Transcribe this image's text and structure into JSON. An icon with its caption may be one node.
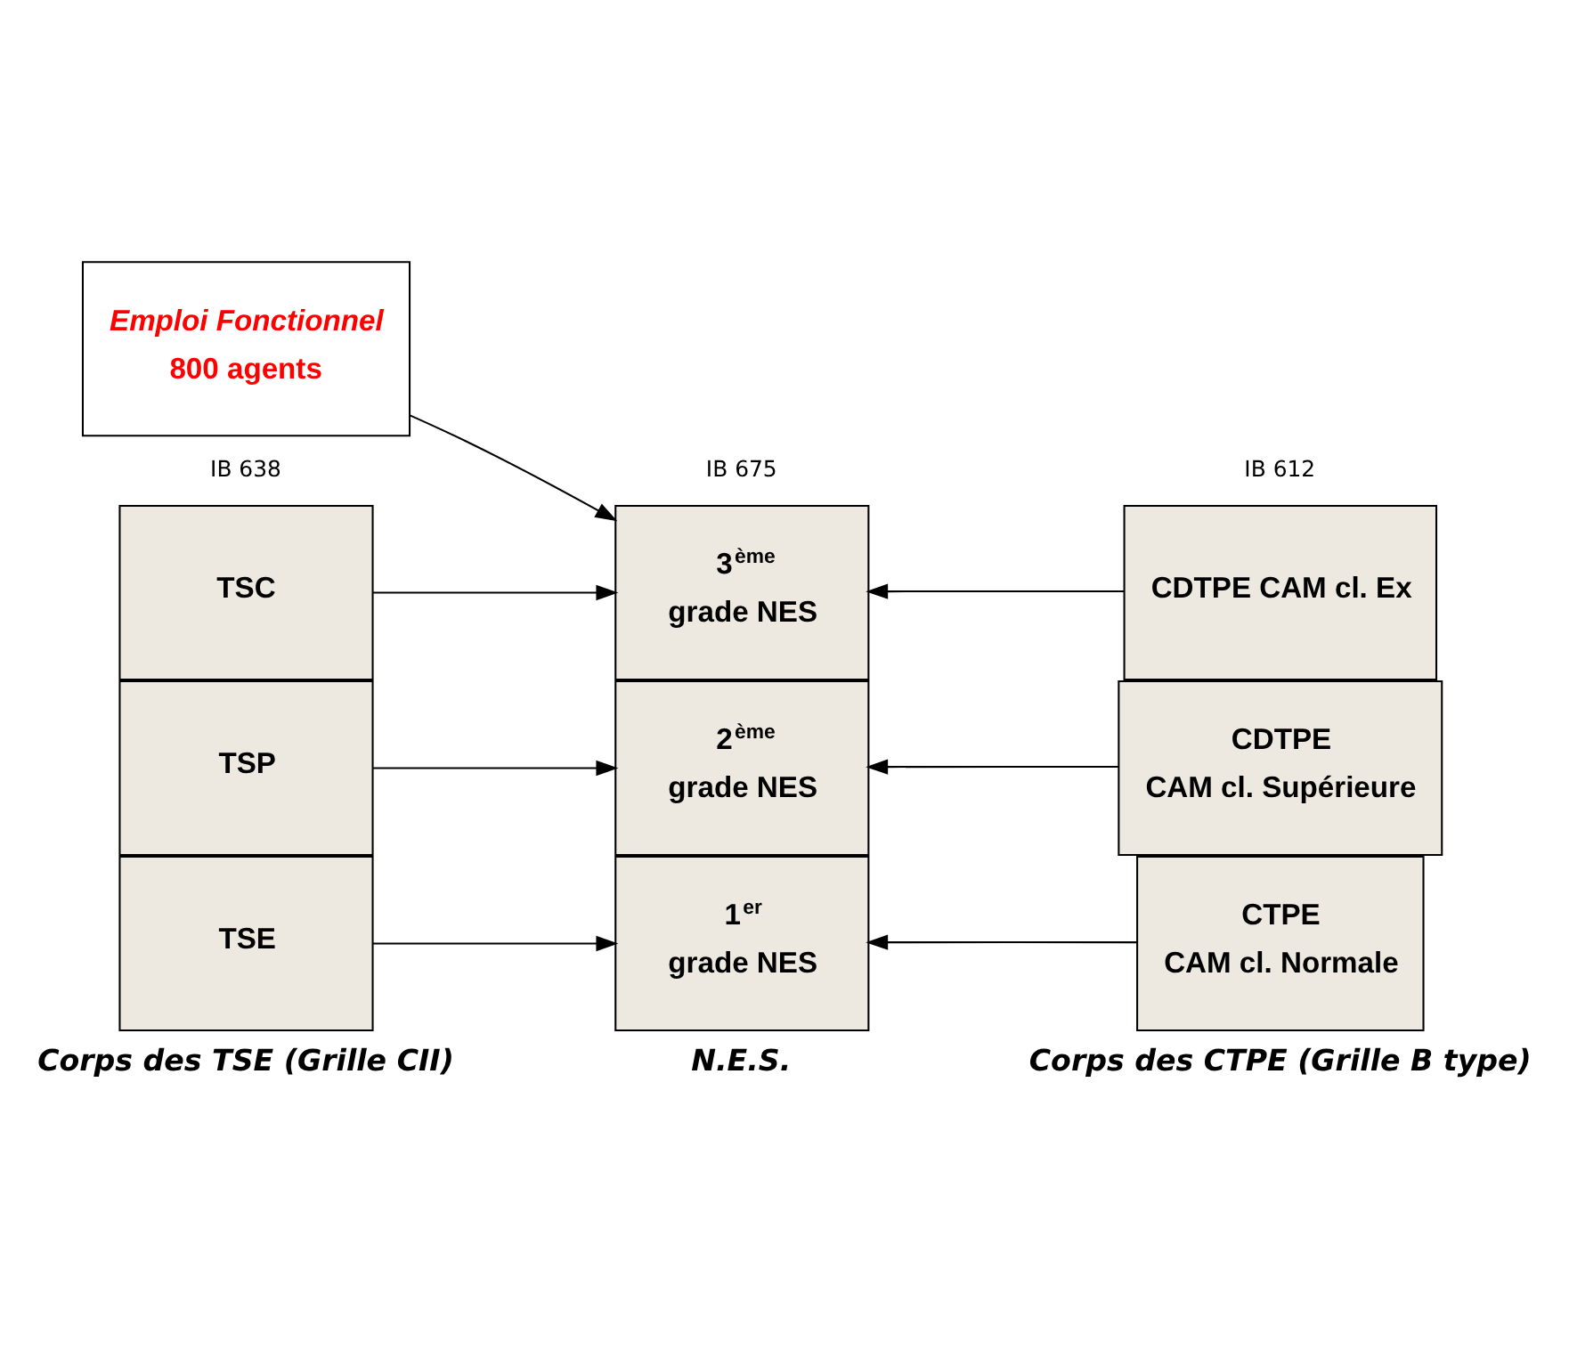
{
  "diagram": {
    "nodes": [
      {
        "text": [
          "Emploi Fonctionnel",
          "800 agents"
        ]
      },
      {
        "text": [
          "TSC"
        ]
      },
      {
        "text": [
          "TSP"
        ]
      },
      {
        "text": [
          "TSE"
        ]
      },
      {
        "text": [
          "3$^{ème}$",
          "grade NES"
        ]
      },
      {
        "text": [
          "2$^{ème}$",
          "grade NES"
        ]
      },
      {
        "text": [
          "1$^{er}$",
          "grade NES"
        ]
      },
      {
        "text": [
          "CDTPE CAM cl. Ex"
        ]
      },
      {
        "text": [
          "CDTPE",
          "CAM cl. Supérieure"
        ]
      },
      {
        "text": [
          "CTPE",
          "CAM cl. Normale"
        ]
      }
    ],
    "edges": [
      {
        "from": 0,
        "to": 4,
        "arrow": "to"
      },
      {
        "from": 1,
        "to": 4,
        "arrow": "to"
      },
      {
        "from": 2,
        "to": 5,
        "arrow": "to"
      },
      {
        "from": 3,
        "to": 6,
        "arrow": "to"
      },
      {
        "from": 7,
        "to": 4,
        "arrow": "to"
      },
      {
        "from": 8,
        "to": 5,
        "arrow": "to"
      },
      {
        "from": 9,
        "to": 6,
        "arrow": "to"
      }
    ],
    "labels": [
      "IB 675",
      "IB 638",
      "IB 612",
      "Corps des TSE (Grille CII)",
      "N.E.S.",
      "Corps des CTPE (Grille B type)"
    ]
  }
}
